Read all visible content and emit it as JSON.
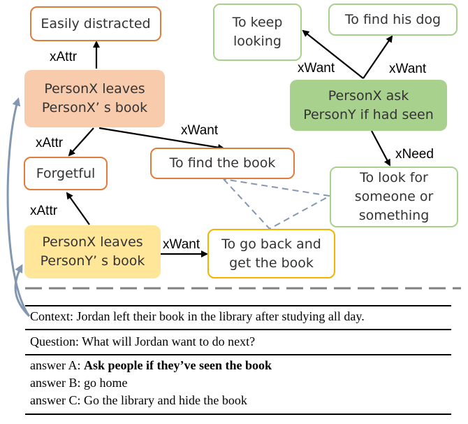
{
  "nodes": {
    "easily_distracted": "Easily distracted",
    "personx_leaves_x_book": "PersonX leaves\nPersonX’  s book",
    "forgetful": "Forgetful",
    "to_find_the_book": "To find the book",
    "personx_leaves_y_book": "PersonX leaves\nPersonY’  s book",
    "to_go_back": "To go back and\nget the book",
    "to_keep_looking": "To keep\nlooking",
    "to_find_his_dog": "To find his dog",
    "personx_ask": "PersonX ask\nPersonY if had seen",
    "to_look_for": "To look for\nsomeone or\nsomething"
  },
  "edge_labels": {
    "xattr_top": "xAttr",
    "xattr_mid": "xAttr",
    "xwant_mid": "xWant",
    "xattr_bottom": "xAttr",
    "xwant_bottom": "xWant",
    "xwant_left": "xWant",
    "xwant_right": "xWant",
    "xneed": "xNeed"
  },
  "qa": {
    "context": "Context: Jordan left their book in the library after studying all day.",
    "question": "Question: What will Jordan want to do next?",
    "answer_a_prefix": "answer A: ",
    "answer_a_text": "Ask people if they’ve seen the book",
    "answer_b": "answer B: go home",
    "answer_c": "answer C: Go the library and hide the book"
  },
  "colors": {
    "orange": "#e07b39",
    "green": "#a9d18e",
    "yellow": "#f2b400",
    "link_blue": "#8497b0"
  }
}
